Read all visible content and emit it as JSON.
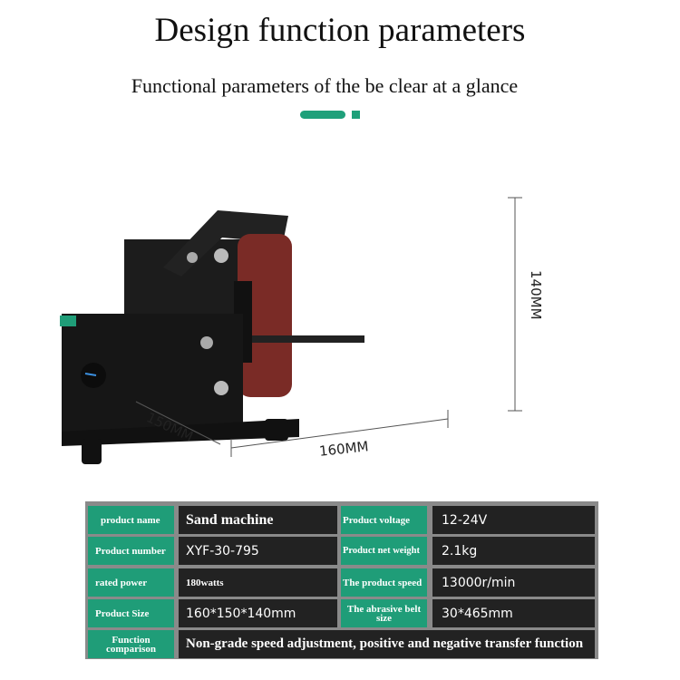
{
  "header": {
    "title": "Design function parameters",
    "subtitle": "Functional parameters of the be clear at a glance",
    "accent": "#1f9d78"
  },
  "dimensions": {
    "height": "140MM",
    "depth": "150MM",
    "width": "160MM"
  },
  "specs": {
    "product_name": {
      "label": "product name",
      "value": "Sand machine"
    },
    "product_voltage": {
      "label": "Product voltage",
      "value": "12-24V"
    },
    "product_number": {
      "label": "Product number",
      "value": "XYF-30-795"
    },
    "net_weight": {
      "label": "Product net weight",
      "value": "2.1kg"
    },
    "rated_power": {
      "label": "rated power",
      "value": "180watts"
    },
    "speed": {
      "label": "The product speed",
      "value": "13000r/min"
    },
    "size": {
      "label": "Product Size",
      "value": "160*150*140mm"
    },
    "belt_size": {
      "label": "The abrasive belt size",
      "value": "30*465mm"
    },
    "function": {
      "label": "Function comparison",
      "value": "Non-grade speed adjustment, positive and negative transfer function"
    }
  }
}
